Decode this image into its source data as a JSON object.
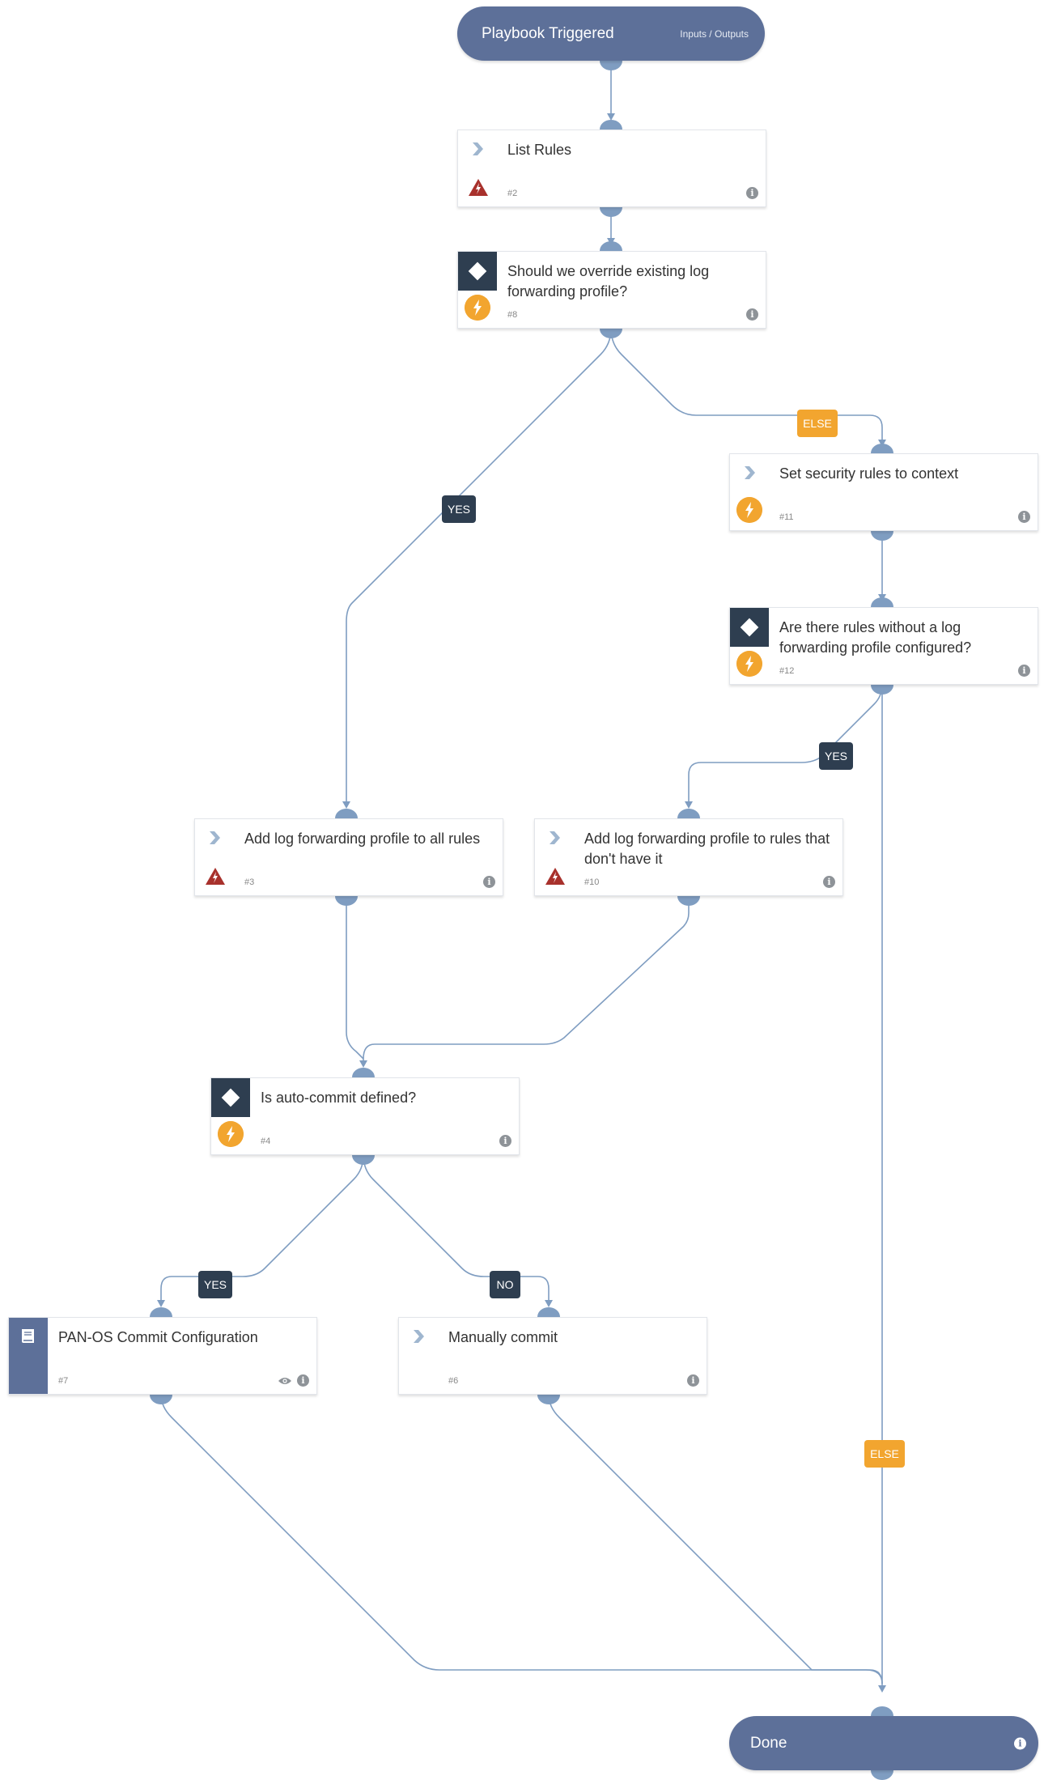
{
  "start": {
    "title": "Playbook Triggered",
    "io_label": "Inputs / Outputs"
  },
  "tasks": {
    "list_rules": {
      "title": "List Rules",
      "num": "#2"
    },
    "override_question": {
      "title": "Should we override existing log forwarding profile?",
      "num": "#8"
    },
    "set_rules_context": {
      "title": "Set security rules to context",
      "num": "#11"
    },
    "rules_without_profile": {
      "title": "Are there rules without a log forwarding profile configured?",
      "num": "#12"
    },
    "add_profile_all": {
      "title": "Add log forwarding profile to all rules",
      "num": "#3"
    },
    "add_profile_missing": {
      "title": "Add log forwarding profile to rules that don't have it",
      "num": "#10"
    },
    "auto_commit": {
      "title": "Is auto-commit defined?",
      "num": "#4"
    },
    "commit_config": {
      "title": "PAN-OS Commit Configuration",
      "num": "#7"
    },
    "manual_commit": {
      "title": "Manually commit",
      "num": "#6"
    }
  },
  "end": {
    "title": "Done"
  },
  "labels": {
    "else_1": "ELSE",
    "yes_1": "YES",
    "yes_2": "YES",
    "yes_3": "YES",
    "no_1": "NO",
    "else_2": "ELSE"
  },
  "icons": {
    "info": "info-icon",
    "chevron": "chevron-right-icon",
    "condition": "diamond-icon",
    "automation": "lightning-bolt-icon",
    "error": "warning-triangle-icon",
    "subplaybook": "book-icon",
    "preview": "eye-icon"
  },
  "colors": {
    "connector": "#7f9dc1",
    "pill": "#5d7099",
    "condition": "#2e3e50",
    "else_badge": "#f2a52f",
    "automation": "#f2a52f",
    "error": "#a8312c"
  }
}
